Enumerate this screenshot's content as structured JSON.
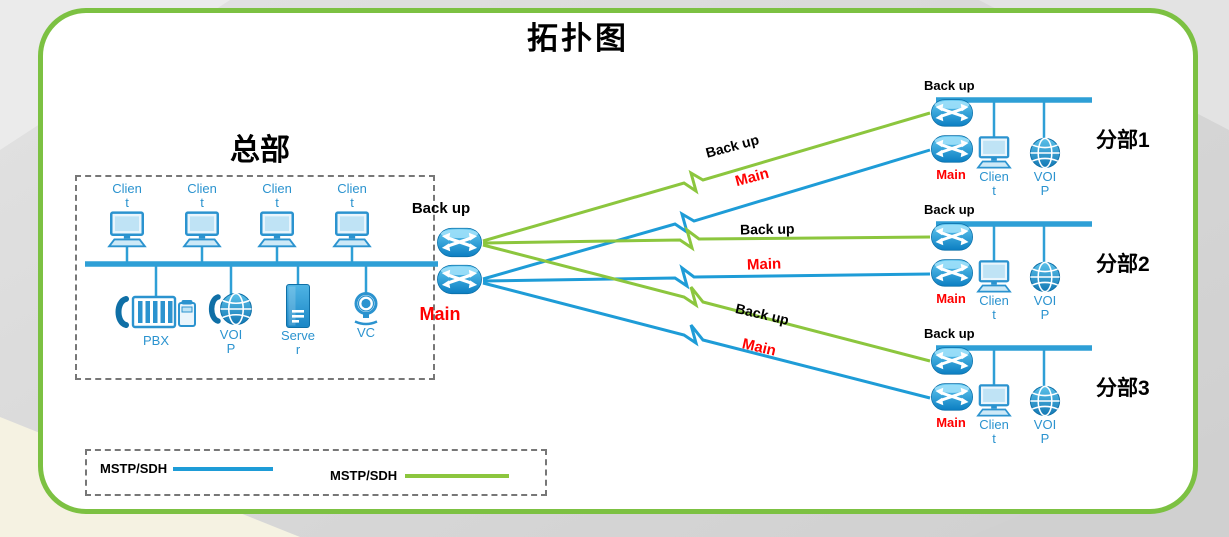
{
  "title": "拓扑图",
  "headquarters": {
    "label": "总部",
    "clients": [
      {
        "label": "Client"
      },
      {
        "label": "Client"
      },
      {
        "label": "Client"
      },
      {
        "label": "Client"
      }
    ],
    "devices": {
      "pbx": "PBX",
      "voip": "VOIP",
      "server": "Server",
      "vc": "VC"
    },
    "router_backup_label": "Back up",
    "router_main_label": "Main"
  },
  "links": {
    "backup_label": "Back up",
    "main_label": "Main"
  },
  "branches": [
    {
      "name": "分部1",
      "router_backup_label": "Back up",
      "router_main_label": "Main",
      "client_label": "Client",
      "voip_label": "VOIP"
    },
    {
      "name": "分部2",
      "router_backup_label": "Back up",
      "router_main_label": "Main",
      "client_label": "Client",
      "voip_label": "VOIP"
    },
    {
      "name": "分部3",
      "router_backup_label": "Back up",
      "router_main_label": "Main",
      "client_label": "Client",
      "voip_label": "VOIP"
    }
  ],
  "legend": {
    "items": [
      {
        "label": "MSTP/SDH",
        "line": "main"
      },
      {
        "label": "MSTP/SDH",
        "line": "backup"
      }
    ]
  },
  "colors": {
    "border_green": "#7CC142",
    "line_backup": "#8CC63E",
    "line_main": "#1E9CD7",
    "bus_blue": "#2E9FD6",
    "device_blue": "#2B93CF",
    "label_red": "#FF0000"
  }
}
